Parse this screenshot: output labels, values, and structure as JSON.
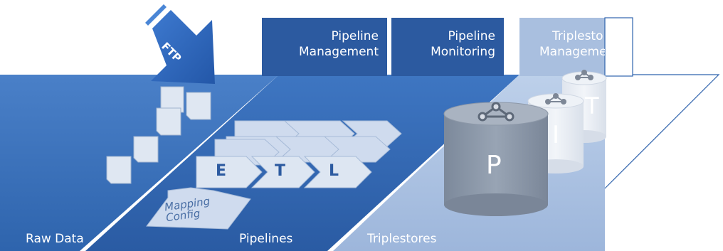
{
  "zones": {
    "raw_data": "Raw Data",
    "pipelines": "Pipelines",
    "triplestores": "Triplestores"
  },
  "ftp_label": "FTP",
  "header_boxes": [
    {
      "line1": "Pipeline",
      "line2": "Management"
    },
    {
      "line1": "Pipeline",
      "line2": "Monitoring"
    },
    {
      "line1": "Triplesto",
      "line2": "Manageme"
    }
  ],
  "etl": [
    "E",
    "T",
    "L"
  ],
  "mapping_config": {
    "line1": "Mapping",
    "line2": "Config"
  },
  "stores": [
    "P",
    "I",
    "T"
  ],
  "colors": {
    "raw_band": "#3d72bd",
    "pipeline_band": "#2f63ad",
    "triplestore_band": "#a9bfdf",
    "header_box": "#2c5aa0",
    "cylinder": "#8d9aab",
    "arrow_light": "#dde6f2"
  }
}
